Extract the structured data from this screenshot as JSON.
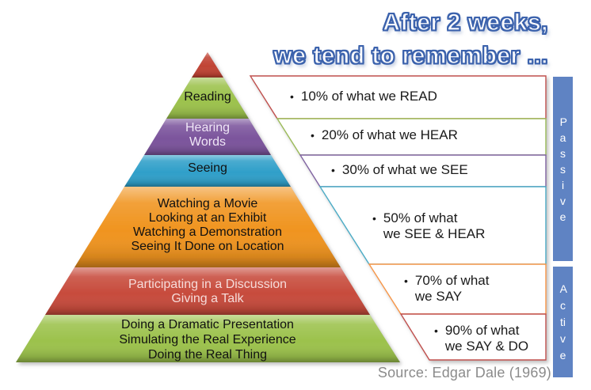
{
  "ui": {
    "bullet": "•"
  },
  "title": {
    "line1": "After 2 weeks,",
    "line2": "we tend to remember ...",
    "text_color": "#ffffff",
    "outline_color": "#3c63ad"
  },
  "pyramid": {
    "layers": [
      {
        "name": "apex",
        "label": "",
        "fill": "#c04334"
      },
      {
        "name": "reading",
        "label": "Reading",
        "fill": "#9cc24c"
      },
      {
        "name": "hearing-words",
        "label": "Hearing\nWords",
        "fill": "#7b549c"
      },
      {
        "name": "seeing",
        "label": "Seeing",
        "fill": "#2f9fc9"
      },
      {
        "name": "watching",
        "label": "Watching a Movie\nLooking at an Exhibit\nWatching a Demonstration\nSeeing It Done on Location",
        "fill": "#f0941f"
      },
      {
        "name": "participating",
        "label": "Participating in a Discussion\nGiving a Talk",
        "fill": "#c74b3c"
      },
      {
        "name": "doing",
        "label": "Doing a Dramatic Presentation\nSimulating the Real Experience\nDoing the Real Thing",
        "fill": "#9cc24c"
      }
    ]
  },
  "annotations": [
    {
      "text": "10% of what we READ",
      "border": "#c0504d"
    },
    {
      "text": "20% of what we HEAR",
      "border": "#9bbb59"
    },
    {
      "text": "30% of what we SEE",
      "border": "#8064a2"
    },
    {
      "text": "50% of what\nwe SEE & HEAR",
      "border": "#4bacc6"
    },
    {
      "text": "70% of what\nwe SAY",
      "border": "#f79646"
    },
    {
      "text": "90% of what\nwe SAY & DO",
      "border": "#c0504d"
    }
  ],
  "sidebar": {
    "passive_label": "Passive",
    "active_label": "Active",
    "fill": "#5f83c3"
  },
  "source": {
    "text": "Source: Edgar Dale (1969)"
  }
}
